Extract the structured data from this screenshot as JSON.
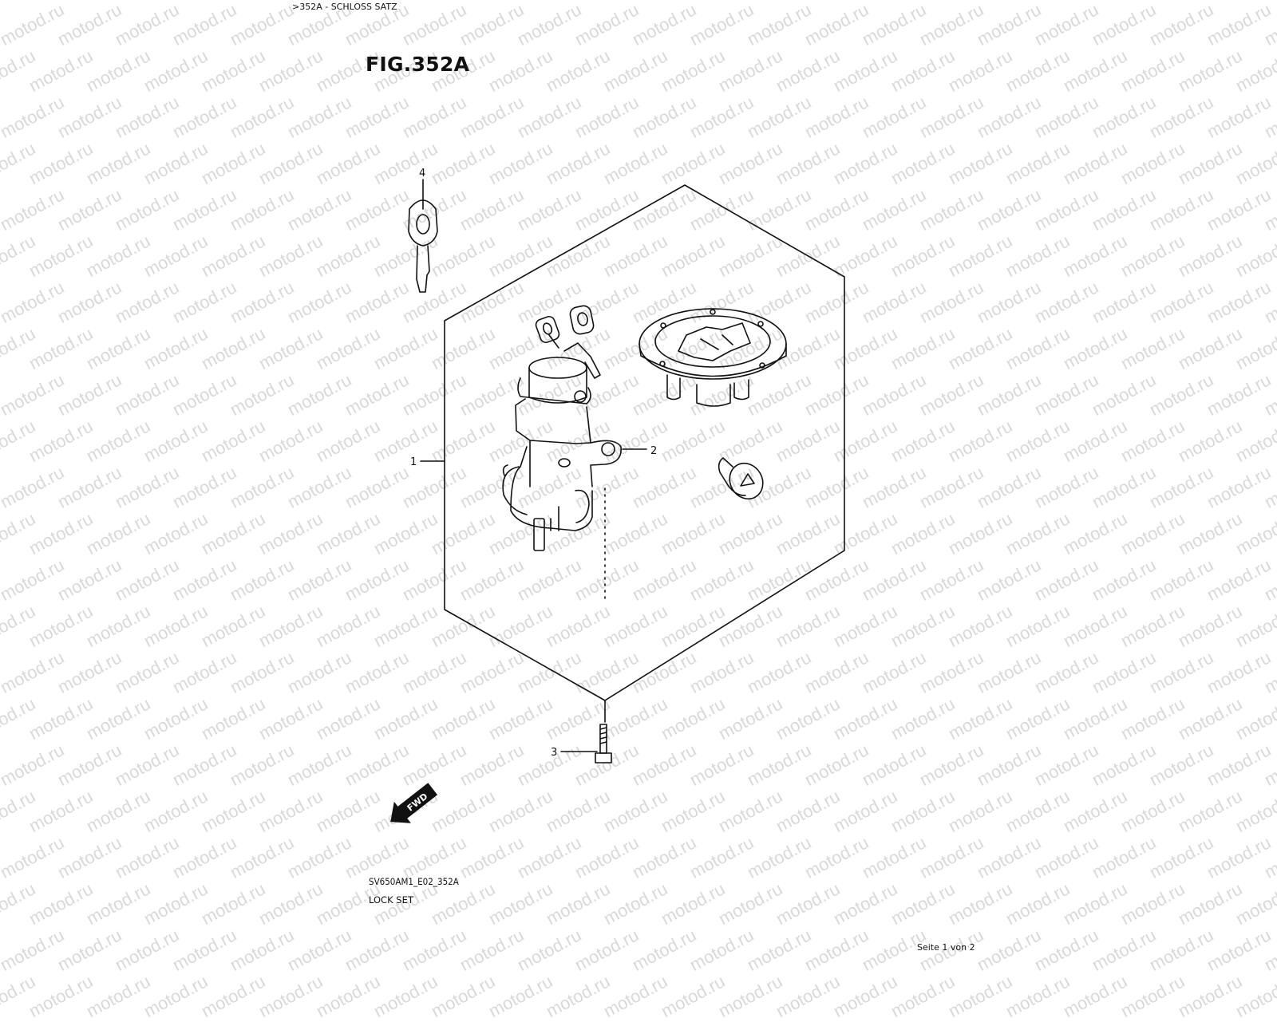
{
  "breadcrumb": ">352A - SCHLOSS SATZ",
  "figure_title": "FIG.352A",
  "watermark_text": "motod.ru",
  "callouts": [
    "1",
    "2",
    "3",
    "4"
  ],
  "fwd_label": "FWD",
  "drawing_code": "SV650AM1_E02_352A",
  "drawing_name": "LOCK SET",
  "page_indicator": "Seite 1 von 2",
  "colors": {
    "line": "#111111",
    "watermark": "#d9d9d9",
    "background": "#ffffff"
  }
}
